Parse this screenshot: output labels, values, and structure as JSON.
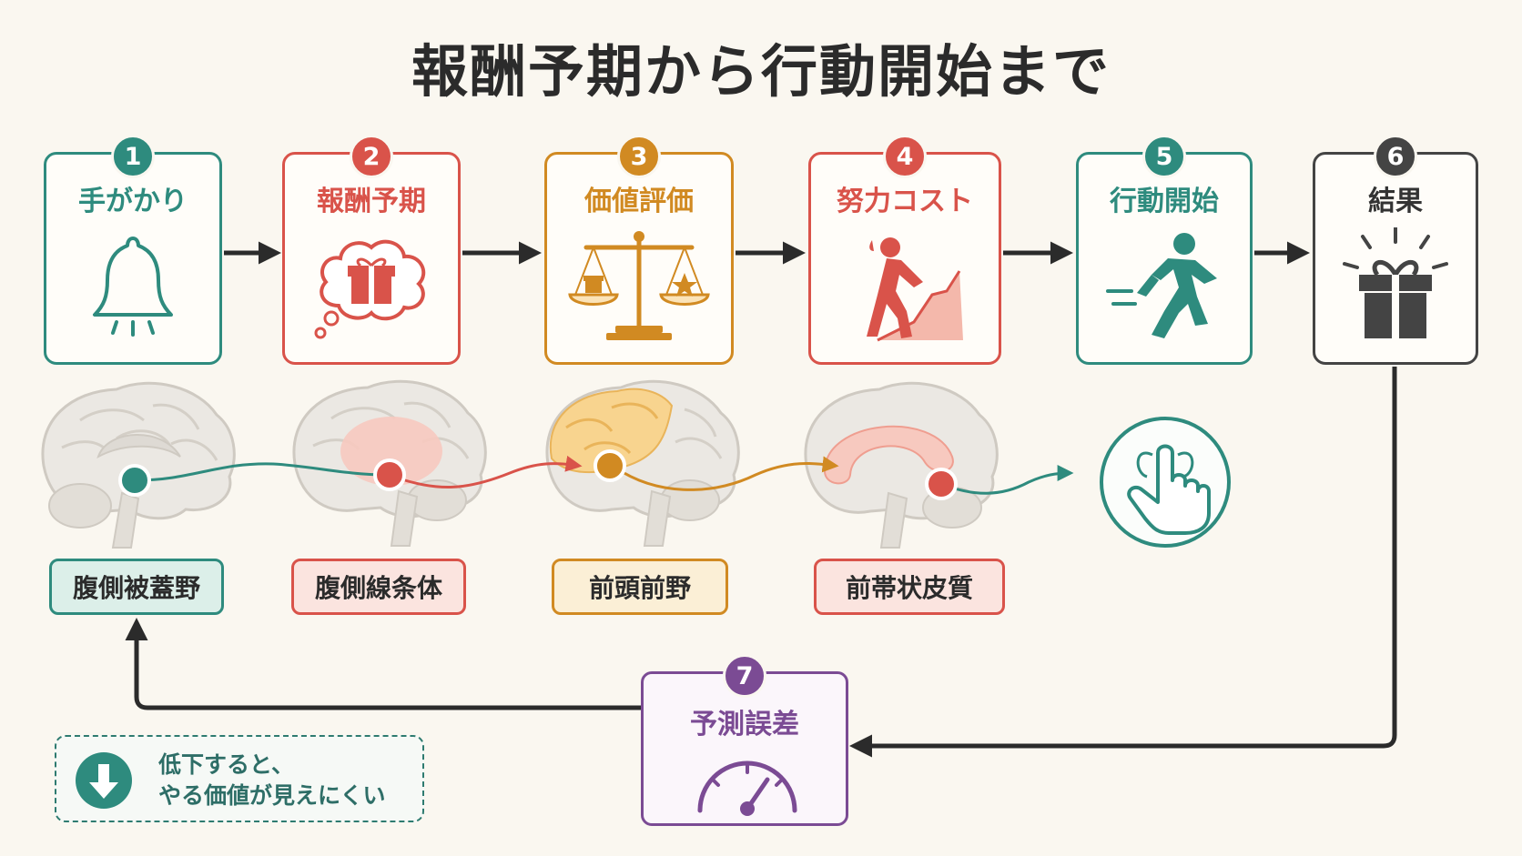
{
  "title": "報酬予期から行動開始まで",
  "steps": [
    {
      "num": "1",
      "label": "手がかり",
      "color": "#2e8b7e",
      "icon": "bell-icon"
    },
    {
      "num": "2",
      "label": "報酬予期",
      "color": "#d9534a",
      "icon": "gift-thought-icon"
    },
    {
      "num": "3",
      "label": "価値評価",
      "color": "#d18a22",
      "icon": "balance-scale-icon"
    },
    {
      "num": "4",
      "label": "努力コスト",
      "color": "#d9534a",
      "icon": "climbing-person-icon"
    },
    {
      "num": "5",
      "label": "行動開始",
      "color": "#2e8b7e",
      "icon": "running-person-icon"
    },
    {
      "num": "6",
      "label": "結果",
      "color": "#444444",
      "icon": "gift-icon"
    }
  ],
  "regions": [
    {
      "label": "腹側被蓋野",
      "color": "#2e8b7e",
      "bg": "#dcefe9"
    },
    {
      "label": "腹側線条体",
      "color": "#d9534a",
      "bg": "#fbe4df"
    },
    {
      "label": "前頭前野",
      "color": "#d18a22",
      "bg": "#fbefd6"
    },
    {
      "label": "前帯状皮質",
      "color": "#d9534a",
      "bg": "#fbe4df"
    }
  ],
  "prediction_error": {
    "num": "7",
    "label": "予測誤差",
    "color": "#7b4b94",
    "icon": "gauge-icon"
  },
  "note": {
    "line1": "低下すると、",
    "line2": "やる価値が見えにくい",
    "icon": "down-arrow-icon"
  },
  "action_icon": "tap-hand-icon"
}
